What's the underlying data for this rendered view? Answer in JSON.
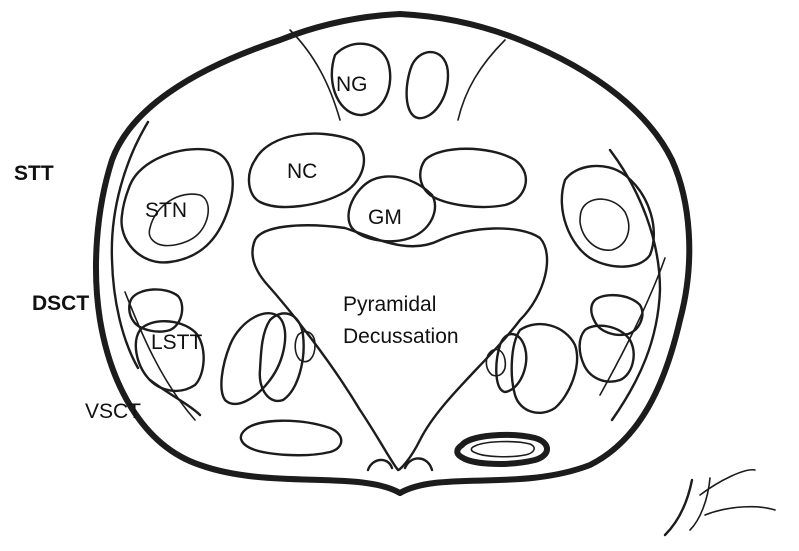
{
  "labels": {
    "ng": "NG",
    "nc": "NC",
    "gm": "GM",
    "stn": "STN",
    "stt": "STT",
    "dsct": "DSCT",
    "lstt": "LSTT",
    "vsct": "VSCT",
    "pyramidal_line1": "Pyramidal",
    "pyramidal_line2": "Decussation"
  },
  "signature": "handwritten-signature"
}
